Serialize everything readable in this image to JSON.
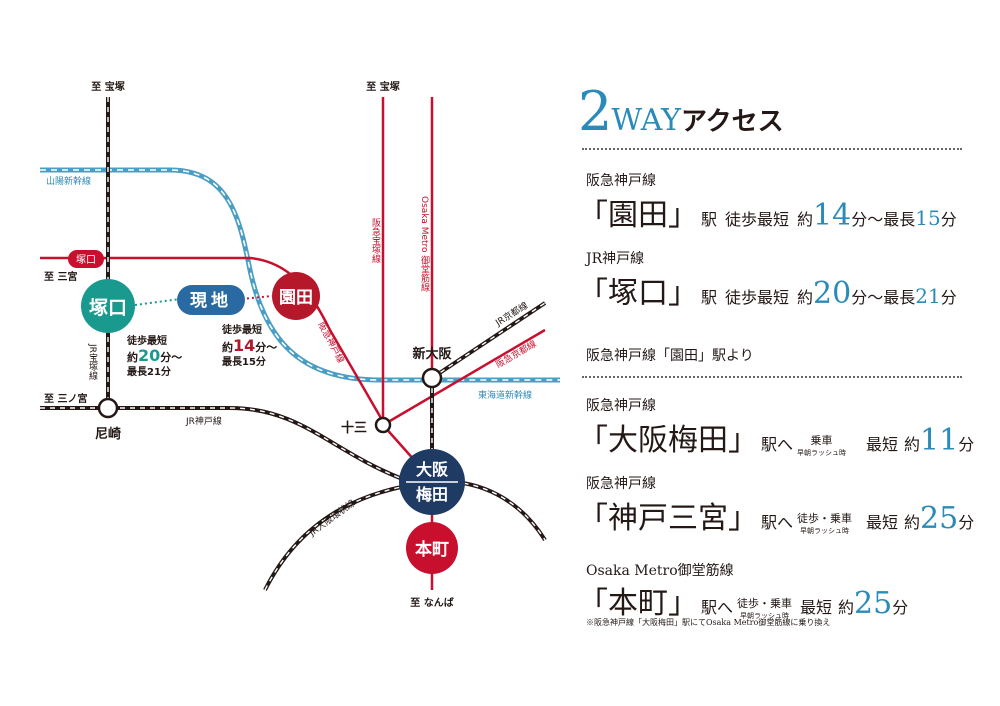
{
  "map": {
    "direction_takarazuka_jr": "至 宝塚",
    "direction_takarazuka_hankyu": "至 宝塚",
    "direction_sannomiya": "至 三宮",
    "direction_sannomiya2": "至 三ノ宮",
    "direction_namba": "至 なんば",
    "line_sanyo_shinkansen": "山陽新幹線",
    "line_hankyu_takarazuka": "阪急宝塚線",
    "line_midosuji": "Osaka Metro 御堂筋線",
    "line_hankyu_kobe": "阪急神戸線",
    "line_jr_kyoto": "JR京都線",
    "line_hankyu_kyoto": "阪急京都線",
    "line_tokaido_shinkansen": "東海道新幹線",
    "line_jr_kobe": "JR神戸線",
    "line_jr_takarazuka": "JR宝塚線",
    "line_jr_loop": "JR大阪環状線",
    "station_tsukaguchi_hankyu": "塚口",
    "station_tsukaguchi_jr": "塚口",
    "current_location": "現地",
    "station_sonoda": "園田",
    "station_shinosaka": "新大阪",
    "station_amagasaki": "尼崎",
    "station_juso": "十三",
    "station_osaka": "大阪",
    "station_umeda": "梅田",
    "station_honmachi": "本町",
    "walk_tsukaguchi_label": "徒歩最短",
    "walk_tsukaguchi_min_pre": "約",
    "walk_tsukaguchi_min": "20",
    "walk_tsukaguchi_min_post": "分～",
    "walk_tsukaguchi_max": "最長21分",
    "walk_sonoda_label": "徒歩最短",
    "walk_sonoda_min_pre": "約",
    "walk_sonoda_min": "14",
    "walk_sonoda_min_post": "分～",
    "walk_sonoda_max": "最長15分"
  },
  "panel": {
    "title_big": "2",
    "title_way": "WAY",
    "title_ja": "アクセス",
    "line1": "阪急神戸線",
    "row1": {
      "station": "「園田」",
      "eki": "駅",
      "walk": "徒歩最短",
      "approx": "約",
      "min": "14",
      "fun_tilde": "分～最長",
      "max": "15",
      "fun": "分"
    },
    "line2": "JR神戸線",
    "row2": {
      "station": "「塚口」",
      "eki": "駅",
      "walk": "徒歩最短",
      "approx": "約",
      "min": "20",
      "fun_tilde": "分～最長",
      "max": "21",
      "fun": "分"
    },
    "from_sonoda": "阪急神戸線「園田」駅より",
    "line3": "阪急神戸線",
    "row3": {
      "station": "「大阪梅田」",
      "eki": "駅へ",
      "ride": "乗車",
      "rush": "早朝ラッシュ時",
      "shortest": "最短",
      "approx": "約",
      "min": "11",
      "fun": "分"
    },
    "line4": "阪急神戸線",
    "row4": {
      "station": "「神戸三宮」",
      "eki": "駅へ",
      "ride": "徒歩・乗車",
      "rush": "早朝ラッシュ時",
      "shortest": "最短",
      "approx": "約",
      "min": "25",
      "fun": "分"
    },
    "line5": "Osaka Metro御堂筋線",
    "row5": {
      "station": "「本町」",
      "eki": "駅へ",
      "ride": "徒歩・乗車",
      "rush": "早朝ラッシュ時",
      "shortest": "最短",
      "approx": "約",
      "min": "25",
      "fun": "分"
    },
    "note": "※阪急神戸線「大阪梅田」駅にてOsaka Metro御堂筋線に乗り換え"
  },
  "colors": {
    "hankyu_red": "#c8102e",
    "jr_black": "#231815",
    "shinkansen_blue": "#4a9ec4",
    "teal": "#1a9a8f",
    "navy": "#1f3a63",
    "blue_accent": "#2a8bb8"
  }
}
